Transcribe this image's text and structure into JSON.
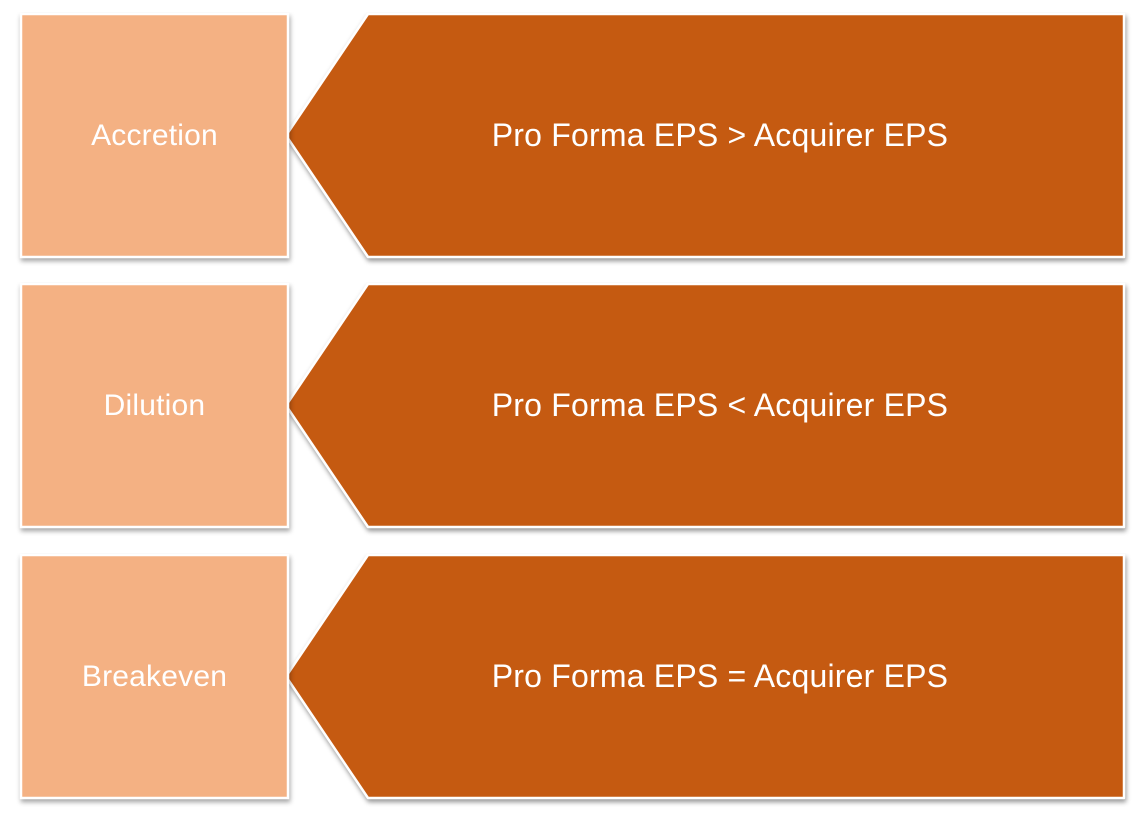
{
  "diagram": {
    "colors": {
      "background": "#FFFFFF",
      "label_fill": "#F4B183",
      "arrow_fill": "#C55A11",
      "outline": "#FFFFFF",
      "text": "#FFFFFF"
    },
    "rows": [
      {
        "label": "Accretion",
        "statement": "Pro Forma EPS > Acquirer EPS"
      },
      {
        "label": "Dilution",
        "statement": "Pro Forma EPS < Acquirer EPS"
      },
      {
        "label": "Breakeven",
        "statement": "Pro Forma EPS = Acquirer EPS"
      }
    ]
  }
}
